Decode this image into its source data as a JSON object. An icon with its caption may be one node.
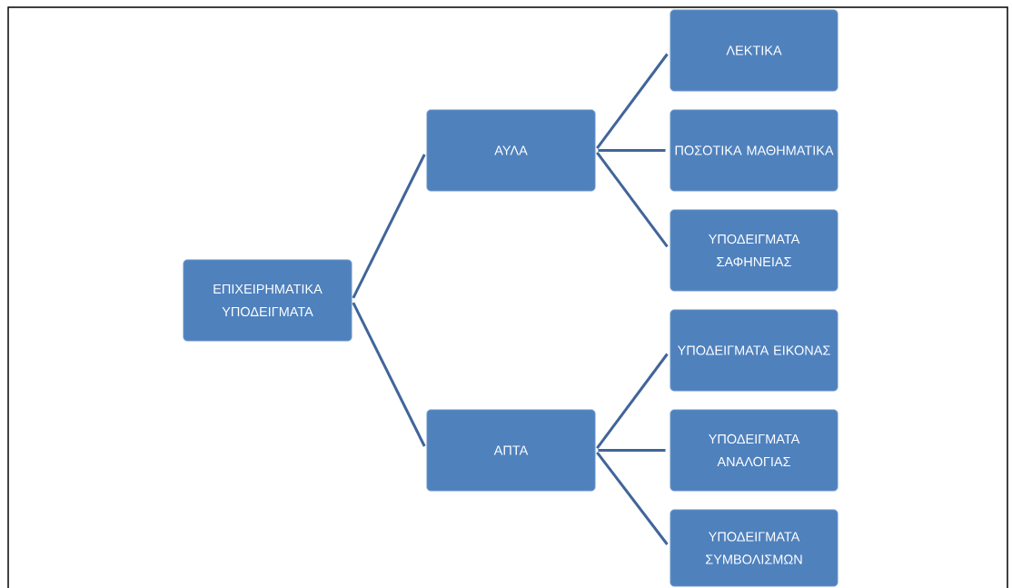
{
  "diagram": {
    "nodes": [
      {
        "text": [
          "ΕΠΙΧΕΙΡΗΜΑΤΙΚΑ ΥΠΟΔΕΙΓΜΑΤΑ"
        ]
      },
      {
        "text": [
          "ΑΥΛΑ"
        ]
      },
      {
        "text": [
          "ΛΕΚΤΙΚΑ"
        ]
      },
      {
        "text": [
          "ΠΟΣΟΤΙΚΑ ΜΑΘΗΜΑΤΙΚΑ"
        ]
      },
      {
        "text": [
          "ΥΠΟΔΕΙΓΜΑΤΑ ΣΑΦΗΝΕΙΑΣ"
        ]
      },
      {
        "text": [
          "ΑΠΤΑ"
        ]
      },
      {
        "text": [
          "ΥΠΟΔΕΙΓΜΑΤΑ ΕΙΚΟΝΑΣ"
        ]
      },
      {
        "text": [
          "ΥΠΟΔΕΙΓΜΑΤΑ ΑΝΑΛΟΓΙΑΣ"
        ]
      },
      {
        "text": [
          "ΥΠΟΔΕΙΓΜΑΤΑ ΣΥΜΒΟΛΙΣΜΩΝ"
        ]
      }
    ],
    "edges": [
      {
        "from": 0,
        "to": 1,
        "arrow": "none"
      },
      {
        "from": 0,
        "to": 5,
        "arrow": "none"
      },
      {
        "from": 1,
        "to": 2,
        "arrow": "none"
      },
      {
        "from": 1,
        "to": 3,
        "arrow": "none"
      },
      {
        "from": 1,
        "to": 4,
        "arrow": "none"
      },
      {
        "from": 5,
        "to": 6,
        "arrow": "none"
      },
      {
        "from": 5,
        "to": 7,
        "arrow": "none"
      },
      {
        "from": 5,
        "to": 8,
        "arrow": "none"
      }
    ]
  }
}
